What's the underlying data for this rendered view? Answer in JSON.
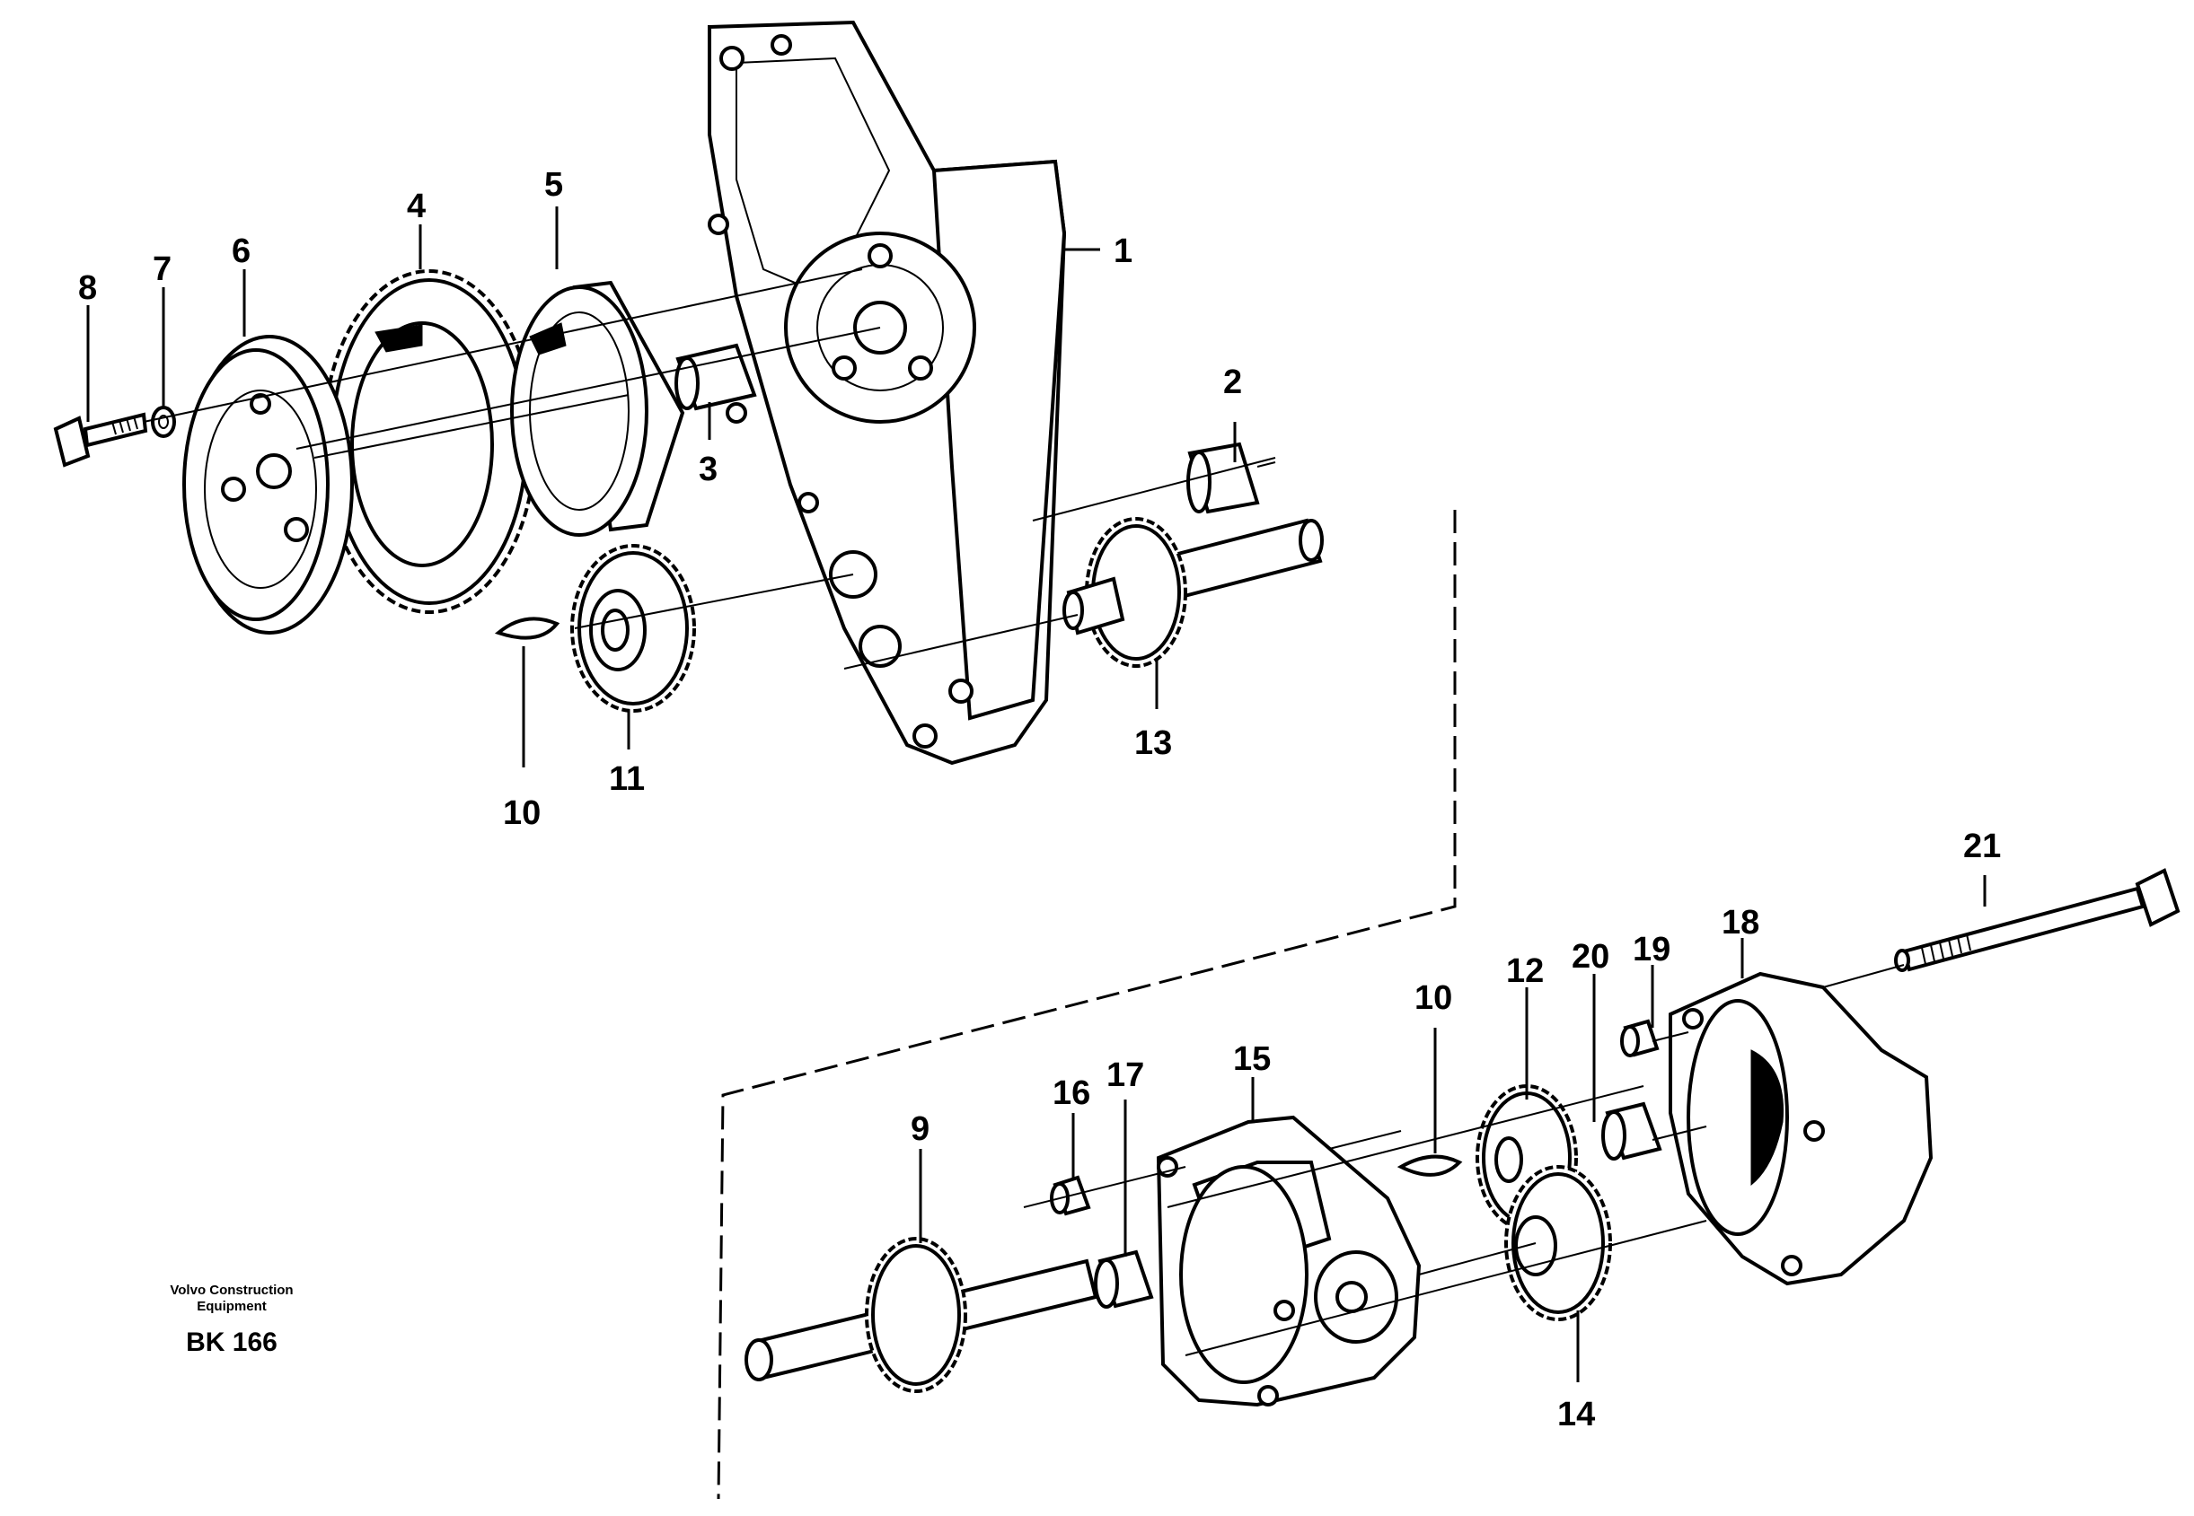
{
  "labels": {
    "l1": "1",
    "l2": "2",
    "l3": "3",
    "l4": "4",
    "l5": "5",
    "l6": "6",
    "l7": "7",
    "l8": "8",
    "l9": "9",
    "l10a": "10",
    "l10b": "10",
    "l11": "11",
    "l12": "12",
    "l13": "13",
    "l14": "14",
    "l15": "15",
    "l16": "16",
    "l17": "17",
    "l18": "18",
    "l19": "19",
    "l20": "20",
    "l21": "21"
  },
  "credit": {
    "line1": "Volvo Construction",
    "line2": "Equipment",
    "code": "BK 166"
  }
}
